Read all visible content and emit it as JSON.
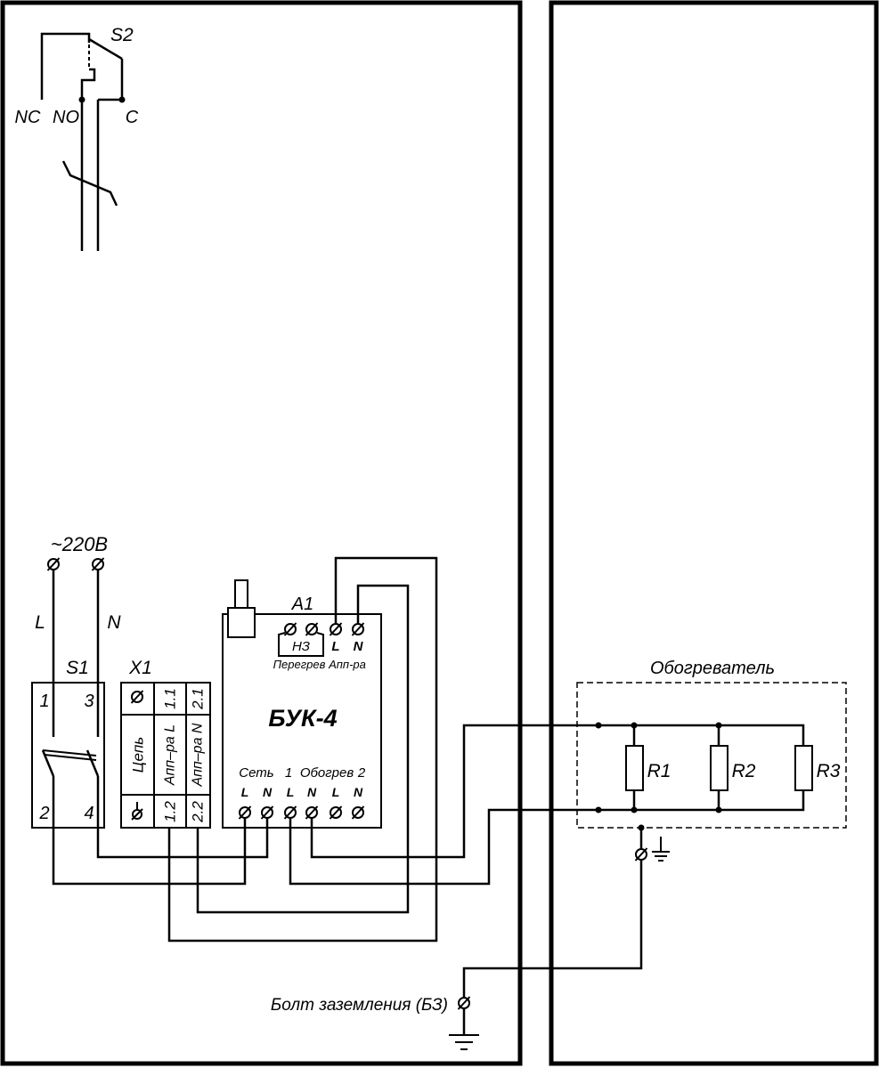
{
  "switch_s2": {
    "label": "S2",
    "nc_label": "NC",
    "no_label": "NO",
    "c_label": "C"
  },
  "supply": {
    "voltage": "~220В",
    "l_label": "L",
    "n_label": "N"
  },
  "switch_s1": {
    "label": "S1",
    "terminal_1": "1",
    "terminal_3": "3",
    "terminal_2": "2",
    "terminal_4": "4"
  },
  "terminal_block_x1": {
    "label": "X1",
    "circuit_label": "Цепь",
    "device_l_label": "Апп–ра L",
    "device_n_label": "Апп–ра N",
    "terminal_1_1": "1.1",
    "terminal_1_2": "1.2",
    "terminal_2_1": "2.1",
    "terminal_2_2": "2.2"
  },
  "controller_a1": {
    "label": "A1",
    "model": "БУК-4",
    "nc_label": "НЗ",
    "top_l_label": "L",
    "top_n_label": "N",
    "overheat_label": "Перегрев",
    "device_label": "Апп-ра",
    "mains_label": "Сеть",
    "channel_1_label": "1",
    "heating_label": "Обогрев",
    "channel_2_label": "2",
    "bottom_terminal_labels": [
      "L",
      "N",
      "L",
      "N",
      "L",
      "N"
    ]
  },
  "heater": {
    "label": "Обогреватель",
    "resistors": [
      "R1",
      "R2",
      "R3"
    ]
  },
  "grounding": {
    "bolt_label": "Болт заземления (БЗ)"
  },
  "colors": {
    "line": "#000000",
    "background": "#ffffff"
  }
}
